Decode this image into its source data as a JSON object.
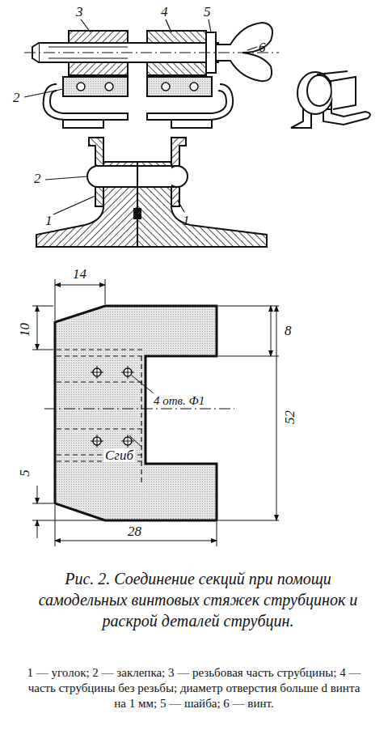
{
  "diagram": {
    "caption": "Рис. 2. Соединение секций при помощи самодельных винтовых стяжек струбцинок и раскрой деталей струбцин.",
    "labels": [
      "3",
      "4",
      "5",
      "6",
      "2",
      "2",
      "1",
      "1",
      "14",
      "10",
      "8",
      "4 отв. Ф1",
      "Сгиб",
      "52",
      "5",
      "28",
      "1 — уголок; 2 — заклепка; 3 — резьбовая часть струбцины; 4 — часть струбцины без резьбы; диаметр отверстия больше d винта на 1 мм; 5 — шайба; 6 — винт."
    ]
  }
}
